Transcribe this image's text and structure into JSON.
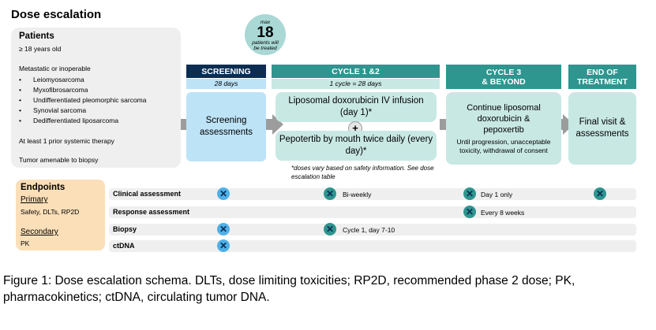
{
  "title": "Dose escalation",
  "patients": {
    "heading": "Patients",
    "age": "≥ 18 years old",
    "disease_intro": "Metastatic or inoperable",
    "subtypes": [
      "Leiomyosarcoma",
      "Myxofibrosarcoma",
      "Undifferentiated pleomorphic sarcoma",
      "Synovial sarcoma",
      "Dedifferentiated liposarcoma"
    ],
    "prior": "At least 1 prior systemic therapy",
    "biopsy": "Tumor amenable to biopsy"
  },
  "max_patients": {
    "prefix": "max",
    "number": "18",
    "suffix_line1": "patients will",
    "suffix_line2": "be treated"
  },
  "phases": {
    "screening": {
      "label": "SCREENING",
      "duration": "28 days",
      "box": "Screening assessments"
    },
    "cycle12": {
      "label": "CYCLE 1 &2",
      "duration": "1 cycle = 28 days",
      "drug1": "Liposomal doxorubicin IV infusion (day 1)*",
      "plus": "+",
      "drug2": "Pepotertib by mouth twice daily (every day)*",
      "note": "*doses vary based on safety information. See dose escalation table"
    },
    "cycle3": {
      "label_line1": "CYCLE 3",
      "label_line2": "& BEYOND",
      "box_main": "Continue liposomal doxorubicin & pepoxertib",
      "box_sub": "Until progression, unacceptable toxicity, withdrawal of consent"
    },
    "end": {
      "label_line1": "END OF",
      "label_line2": "TREATMENT",
      "box": "Final visit & assessments"
    }
  },
  "endpoints": {
    "heading": "Endpoints",
    "primary_label": "Primary",
    "primary_items": "Safety, DLTs, RP2D",
    "secondary_label": "Secondary",
    "secondary_items": "PK"
  },
  "assessments": [
    {
      "label": "Clinical assessment",
      "cycle12_note": "Bi-weekly",
      "cycle3_note": "Day 1 only"
    },
    {
      "label": "Response assessment",
      "cycle3_note": "Every 8 weeks"
    },
    {
      "label": "Biopsy",
      "cycle12_note": "Cycle 1, day 7-10"
    },
    {
      "label": "ctDNA"
    }
  ],
  "caption": "Figure 1:  Dose escalation schema.  DLTs, dose limiting toxicities; RP2D, recommended phase 2 dose; PK, pharmacokinetics; ctDNA, circulating tumor DNA.",
  "colors": {
    "navy": "#0b2d52",
    "teal": "#2e958f",
    "light_teal": "#c8e8e4",
    "light_blue": "#bde3f7",
    "blue_mark": "#4eb1e8",
    "teal_mark": "#2e958f",
    "arrow_gray": "#9c9c9c",
    "orange_box": "#fbdfb8"
  }
}
